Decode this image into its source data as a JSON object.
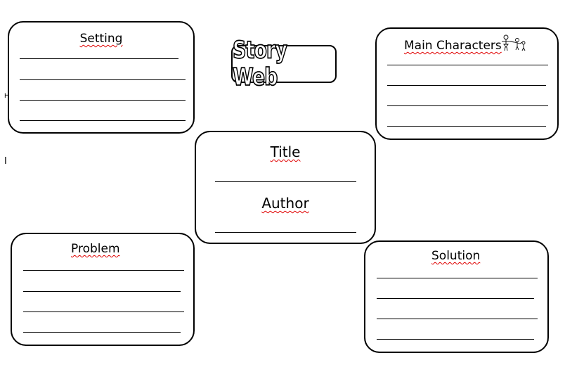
{
  "title": "Story Web",
  "boxes": {
    "setting": "Setting",
    "main_characters": "Main Characters",
    "title": "Title",
    "author": "Author",
    "problem": "Problem",
    "solution": "Solution"
  },
  "stray_marks": {
    "left_small": "H",
    "left_bar": "I"
  },
  "icons": {
    "main_characters_icon": "stick-figure-children-icon"
  },
  "colors": {
    "line": "#000000",
    "spellcheck_underline": "#e00000"
  }
}
